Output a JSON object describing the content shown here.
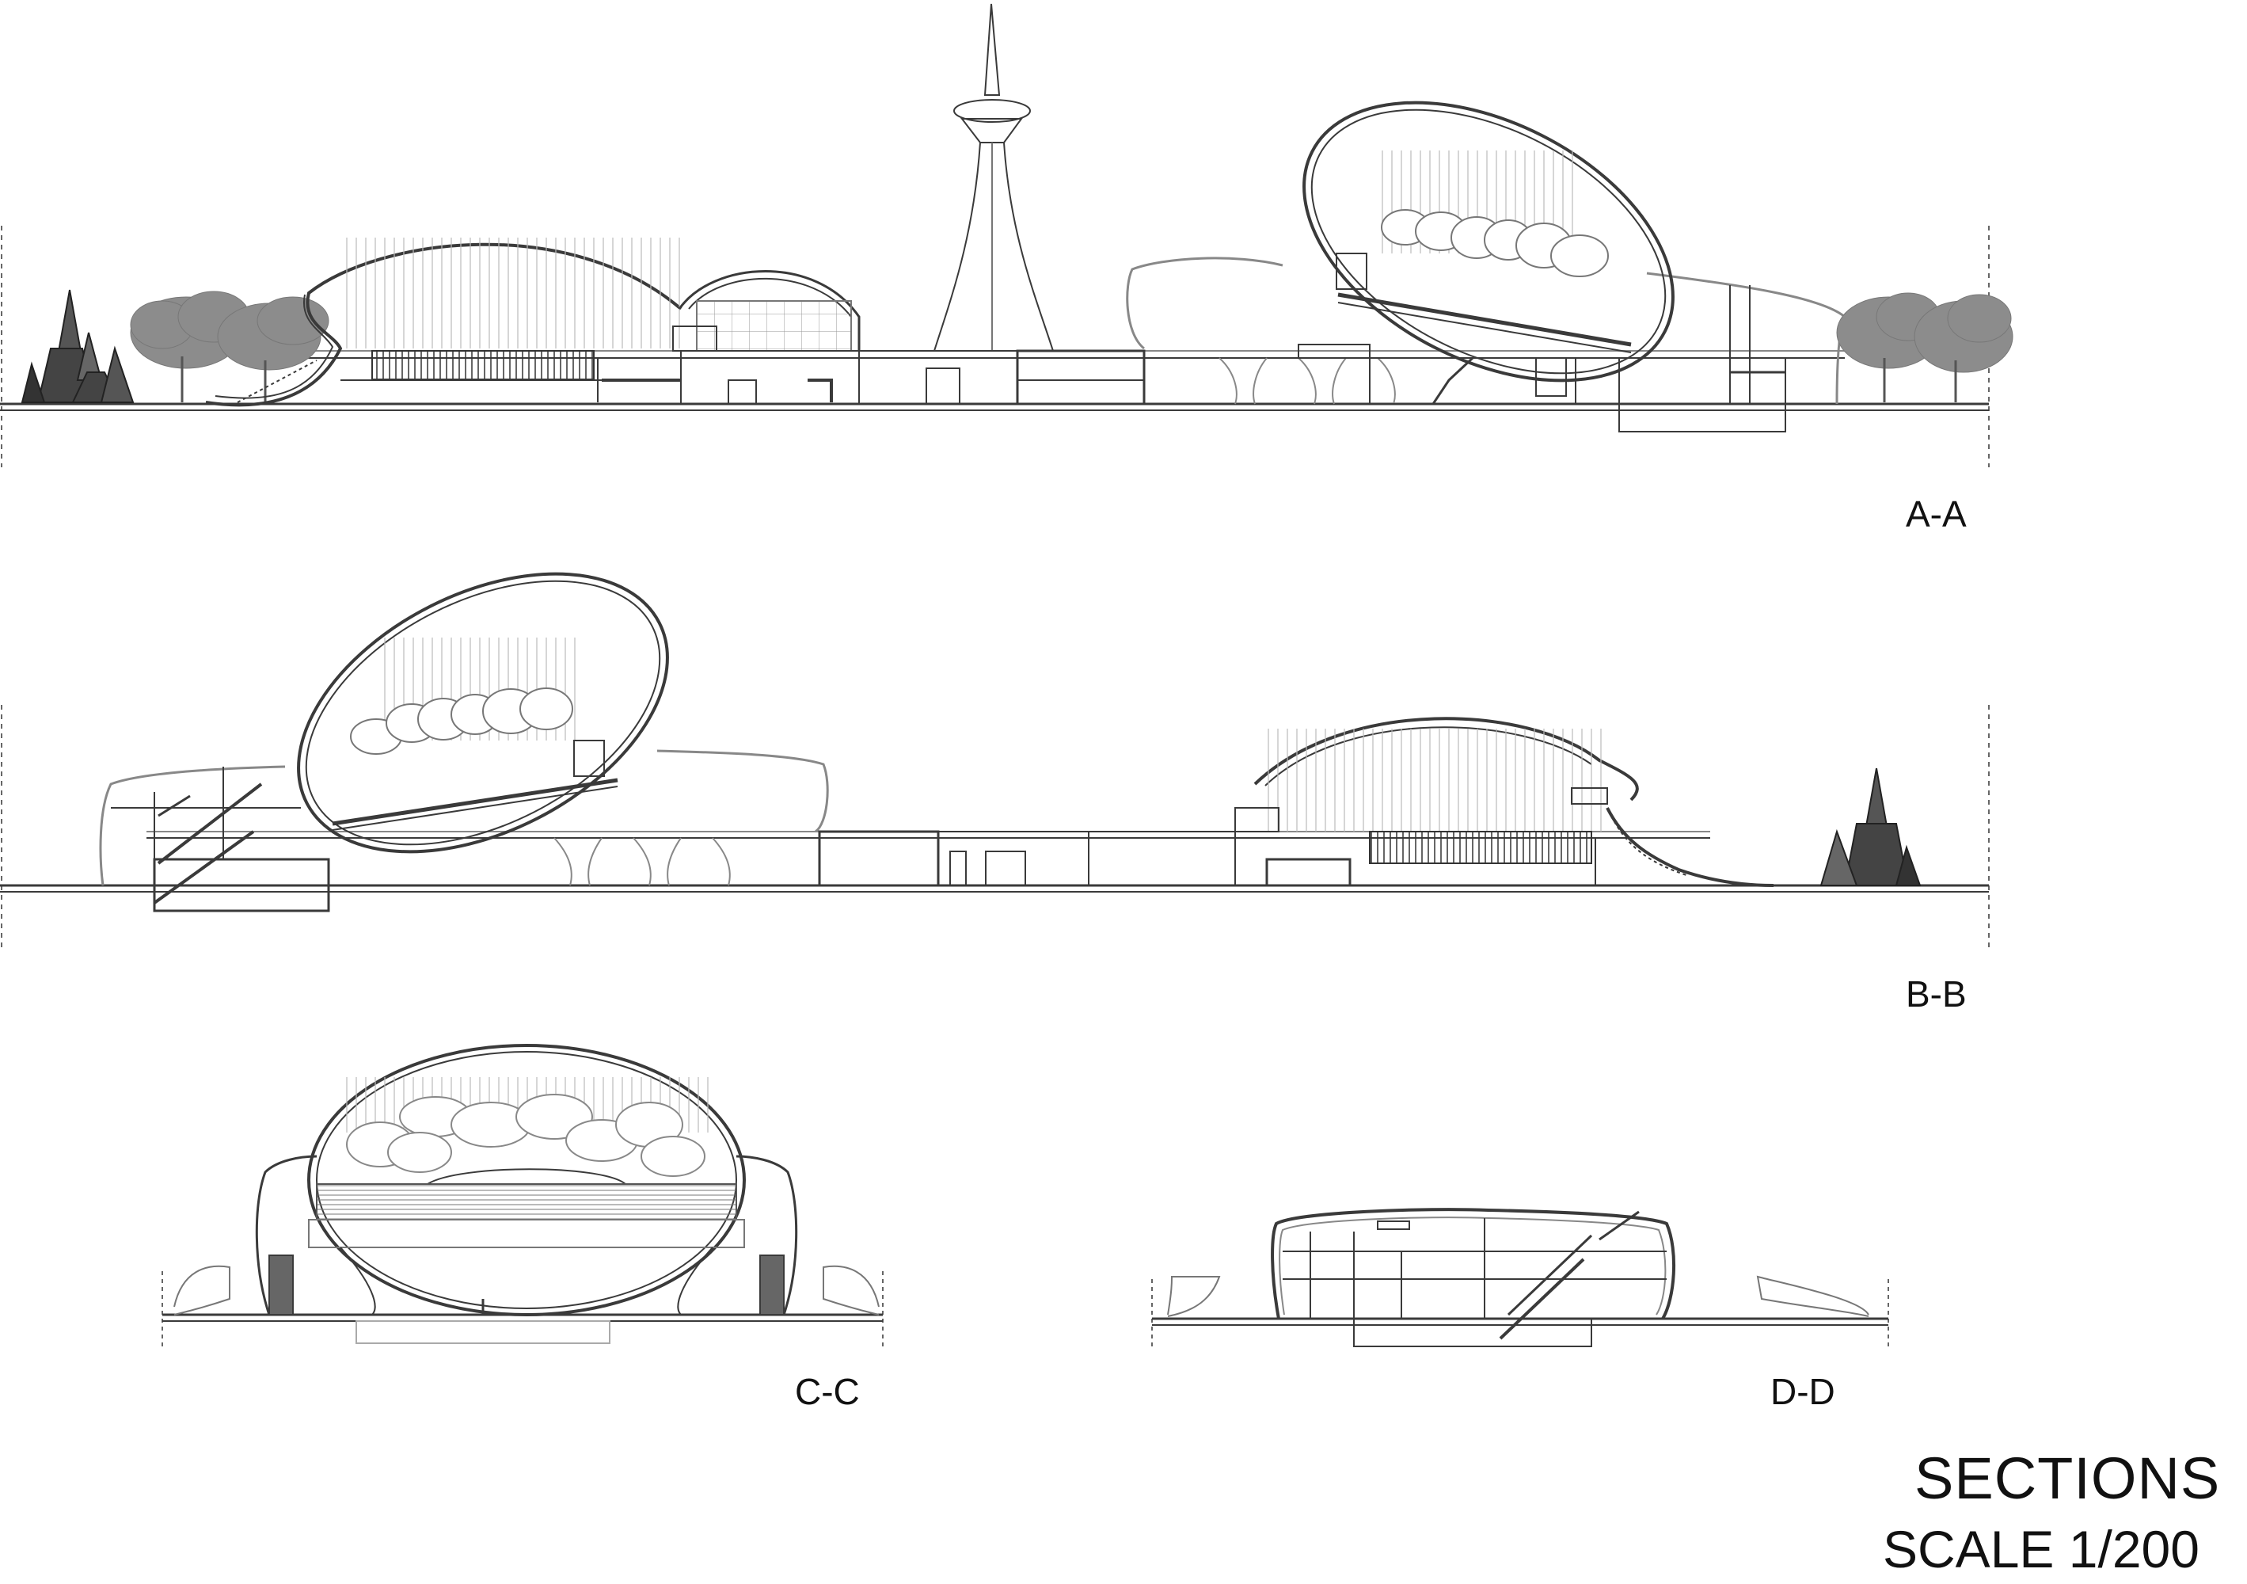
{
  "sections": [
    {
      "id": "section-a-a",
      "label": "A-A"
    },
    {
      "id": "section-b-b",
      "label": "B-B"
    },
    {
      "id": "section-c-c",
      "label": "C-C"
    },
    {
      "id": "section-d-d",
      "label": "D-D"
    }
  ],
  "sheet": {
    "title": "SECTIONS",
    "scale": "SCALE 1/200"
  },
  "colors": {
    "line": "#3a3a3a",
    "light_line": "#9a9a9a",
    "tree": "#8c8c8c",
    "background": "#ffffff"
  }
}
